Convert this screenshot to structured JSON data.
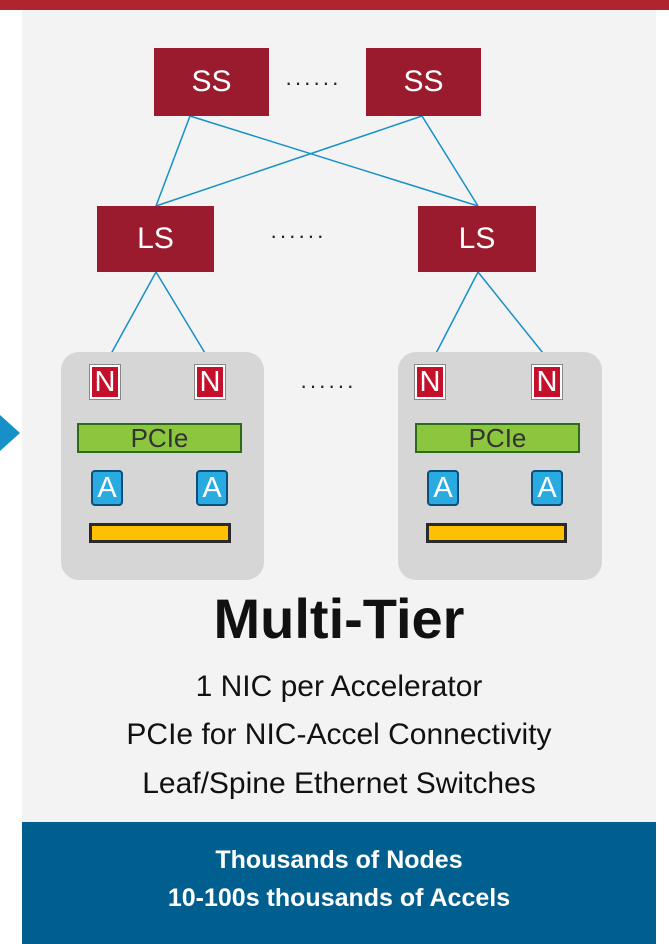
{
  "spine": {
    "left_label": "SS",
    "right_label": "SS",
    "dots": "······"
  },
  "leaf": {
    "left_label": "LS",
    "right_label": "LS",
    "dots": "······"
  },
  "nodes_dots": "······",
  "node_left": {
    "nic1": "N",
    "nic2": "N",
    "pcie": "PCIe",
    "accel1": "A",
    "accel2": "A"
  },
  "node_right": {
    "nic1": "N",
    "nic2": "N",
    "pcie": "PCIe",
    "accel1": "A",
    "accel2": "A"
  },
  "title": "Multi-Tier",
  "lines": [
    "1 NIC per Accelerator",
    "PCIe for NIC-Accel Connectivity",
    "Leaf/Spine Ethernet Switches"
  ],
  "footer": {
    "line1": "Thousands of Nodes",
    "line2": "10-100s thousands of Accels"
  },
  "colors": {
    "switch": "#9a1b2d",
    "nic": "#c4102b",
    "pcie": "#8cc63f",
    "accel": "#29abe2",
    "bus": "#ffc000",
    "footer": "#005f8f",
    "link": "#1790c8"
  }
}
